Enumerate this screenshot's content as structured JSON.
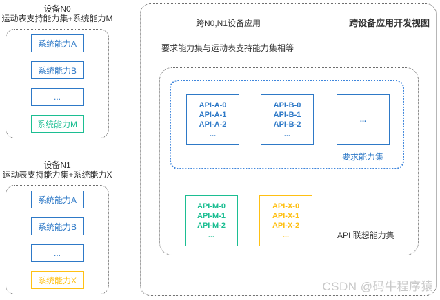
{
  "device_n0": {
    "title": "设备N0",
    "subtitle": "运动表支持能力集+系统能力M",
    "capabilities": [
      {
        "label": "系统能力A",
        "color": "blue"
      },
      {
        "label": "系统能力B",
        "color": "blue"
      },
      {
        "label": "...",
        "color": "blue"
      },
      {
        "label": "系统能力M",
        "color": "green"
      }
    ]
  },
  "device_n1": {
    "title": "设备N1",
    "subtitle": "运动表支持能力集+系统能力X",
    "capabilities": [
      {
        "label": "系统能力A",
        "color": "blue"
      },
      {
        "label": "系统能力B",
        "color": "blue"
      },
      {
        "label": "...",
        "color": "blue"
      },
      {
        "label": "系统能力X",
        "color": "yellow"
      }
    ]
  },
  "main_panel": {
    "app_title": "跨N0,N1设备应用",
    "view_title": "跨设备应用开发视图",
    "note": "要求能力集与运动表支持能力集相等",
    "required_set": {
      "label": "要求能力集",
      "api_groups": [
        {
          "color": "blue",
          "lines": [
            "API-A-0",
            "API-A-1",
            "API-A-2",
            "..."
          ]
        },
        {
          "color": "blue",
          "lines": [
            "API-B-0",
            "API-B-1",
            "API-B-2",
            "..."
          ]
        },
        {
          "color": "blue",
          "lines": [
            "..."
          ]
        }
      ]
    },
    "association_set": {
      "label": "API 联想能力集",
      "api_groups": [
        {
          "color": "green",
          "lines": [
            "API-M-0",
            "API-M-1",
            "API-M-2",
            "..."
          ]
        },
        {
          "color": "yellow",
          "lines": [
            "API-X-0",
            "API-X-1",
            "API-X-2",
            "..."
          ]
        }
      ]
    }
  },
  "watermark": "CSDN @码牛程序猿",
  "colors": {
    "blue": "#2E79C7",
    "green": "#1CBE92",
    "yellow": "#FFC013",
    "blue_dotted": "#3F86DC",
    "text_dark": "#333333",
    "watermark": "#C9C9C9"
  }
}
